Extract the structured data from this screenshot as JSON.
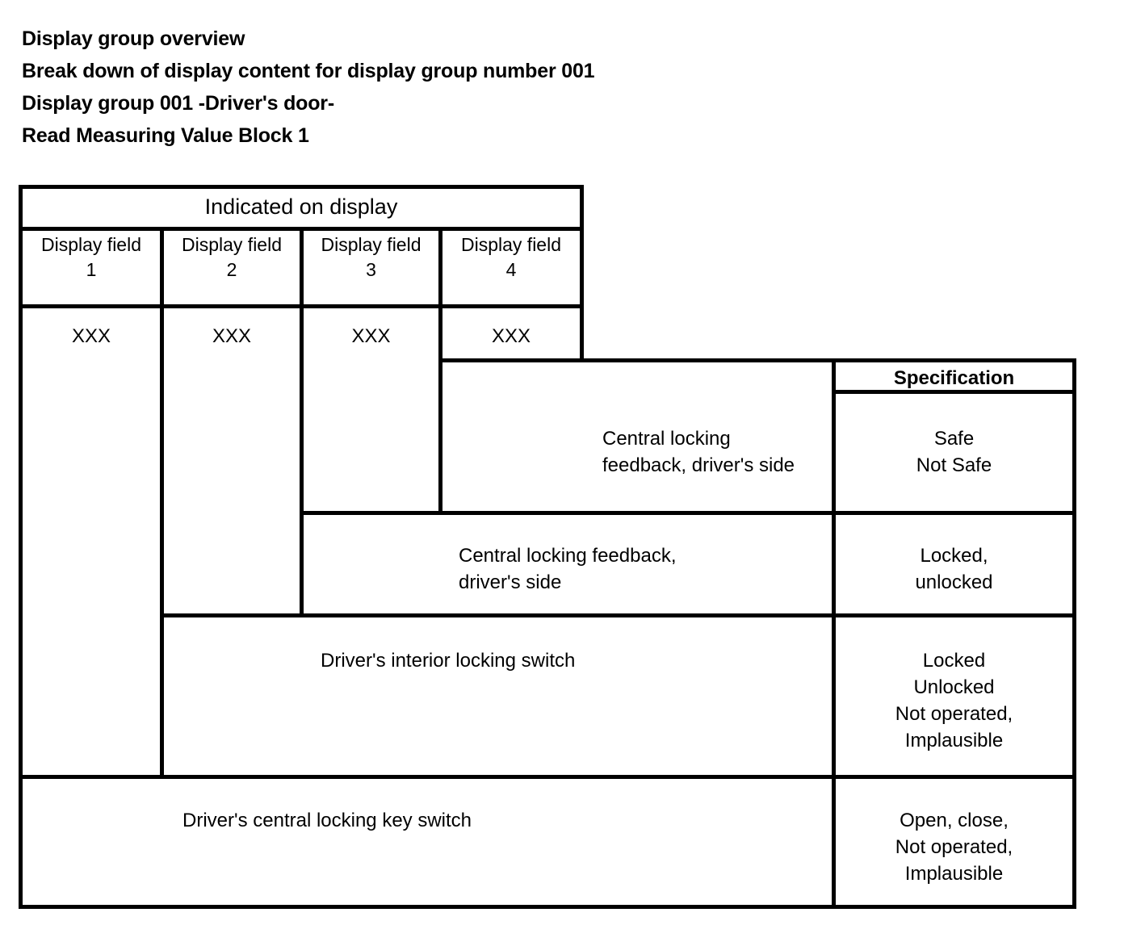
{
  "title": {
    "lines": [
      "Display group overview",
      "Break down of display content for display group number 001",
      "Display group 001 -Driver's door-",
      "Read Measuring Value Block 1"
    ]
  },
  "table": {
    "display_group_header": "Indicated on display",
    "specification_header": "Specification",
    "display_fields": [
      {
        "label": "Display field\n1",
        "value": "XXX"
      },
      {
        "label": "Display field\n2",
        "value": "XXX"
      },
      {
        "label": "Display field\n3",
        "value": "XXX"
      },
      {
        "label": "Display field\n4",
        "value": "XXX"
      }
    ],
    "rows": [
      {
        "description": "Central locking\nfeedback, driver's side",
        "specification": "Safe\nNot Safe"
      },
      {
        "description": "Central locking feedback,\ndriver's side",
        "specification": "Locked,\nunlocked"
      },
      {
        "description": "Driver's interior locking switch",
        "specification": "Locked\nUnlocked\nNot operated,\nImplausible"
      },
      {
        "description": "Driver's central locking key switch",
        "specification": "Open, close,\nNot operated,\nImplausible"
      }
    ]
  },
  "colors": {
    "ink": "#000000",
    "paper": "#ffffff"
  }
}
